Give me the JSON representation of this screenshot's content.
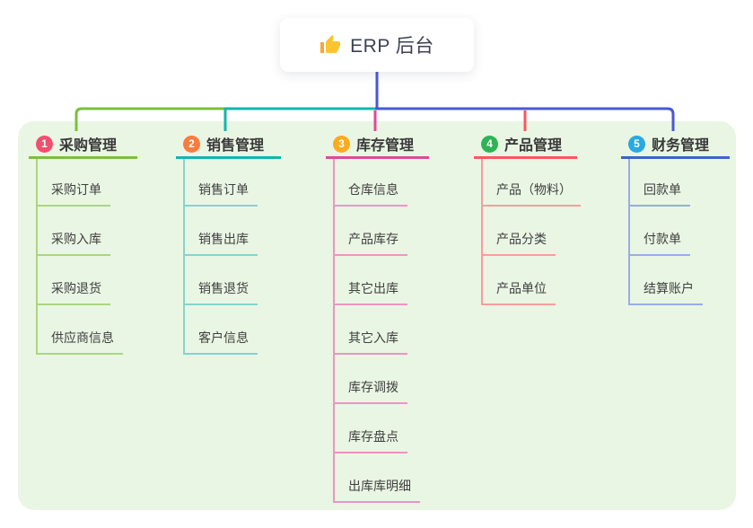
{
  "root": {
    "title": "ERP 后台",
    "icon": "thumbs-up-icon"
  },
  "branches": [
    {
      "number": "1",
      "label": "采购管理",
      "badge_color": "#f0506e",
      "line_color": "#7cbf3f",
      "child_line_color": "#a9d77f",
      "children": [
        "采购订单",
        "采购入库",
        "采购退货",
        "供应商信息"
      ]
    },
    {
      "number": "2",
      "label": "销售管理",
      "badge_color": "#f97b3d",
      "line_color": "#13b5ad",
      "child_line_color": "#82d5cf",
      "children": [
        "销售订单",
        "销售出库",
        "销售退货",
        "客户信息"
      ]
    },
    {
      "number": "3",
      "label": "库存管理",
      "badge_color": "#fbab1f",
      "line_color": "#dd4a9b",
      "child_line_color": "#ef93c5",
      "children": [
        "仓库信息",
        "产品库存",
        "其它出库",
        "其它入库",
        "库存调拨",
        "库存盘点",
        "出库库明细"
      ]
    },
    {
      "number": "4",
      "label": "产品管理",
      "badge_color": "#2eb454",
      "line_color": "#f8585f",
      "child_line_color": "#f99d9d",
      "children": [
        "产品（物料）",
        "产品分类",
        "产品单位"
      ]
    },
    {
      "number": "5",
      "label": "财务管理",
      "badge_color": "#29a9e2",
      "line_color": "#3e63cf",
      "child_line_color": "#97ade5",
      "children": [
        "回款单",
        "付款单",
        "结算账户"
      ]
    }
  ],
  "connector_colors": {
    "root_line": "#4a58d2",
    "bus_green": "#7cbf3f",
    "bus_teal": "#13b5ad",
    "bus_blue": "#4a58d2",
    "drop_magenta": "#dd4a9b",
    "drop_red": "#f8585f"
  },
  "panel_background": "#eaf6e4"
}
